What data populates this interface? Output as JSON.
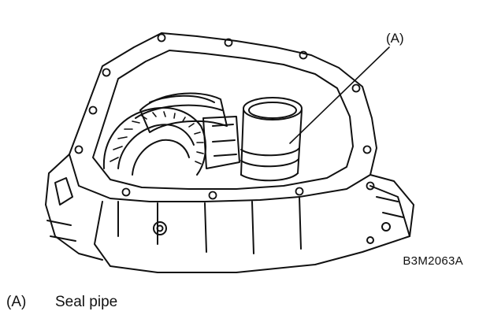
{
  "diagram": {
    "callouts": [
      {
        "id": "A",
        "text": "(A)"
      }
    ],
    "figure_code": "B3M2063A",
    "legend": [
      {
        "key": "(A)",
        "label": "Seal pipe"
      }
    ]
  }
}
